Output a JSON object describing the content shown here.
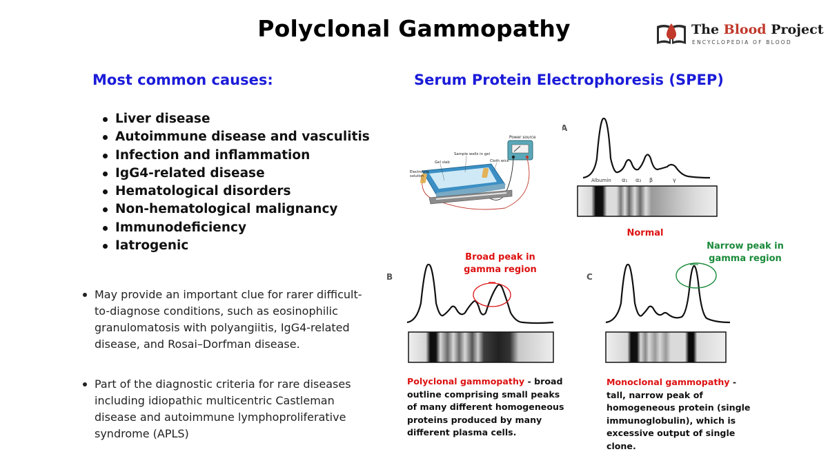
{
  "title": "Polyclonal Gammopathy",
  "logo": {
    "name_part1": "The ",
    "name_part2": "Blood",
    "name_part3": " Project",
    "tagline": "ENCYCLOPEDIA OF BLOOD",
    "icon": "book-blood-drop-icon"
  },
  "causes": {
    "heading": "Most common causes:",
    "items": [
      "Liver disease",
      "Autoimmune disease and vasculitis",
      "Infection and inflammation",
      "IgG4-related disease",
      "Hematological disorders",
      "Non-hematological malignancy",
      "Immunodeficiency",
      "Iatrogenic"
    ]
  },
  "notes": [
    "May provide an important clue for rarer difficult-to-diagnose conditions, such as eosinophilic granulomatosis with polyangiitis, IgG4-related disease, and Rosai–Dorfman disease.",
    "Part of the diagnostic criteria for rare diseases including idiopathic multicentric Castleman disease and autoimmune lymphoproliferative syndrome (APLS)"
  ],
  "spep": {
    "heading": "Serum Protein Electrophoresis (SPEP)",
    "apparatus_labels": {
      "power": "Power source",
      "wells": "Sample wells in gel",
      "wick": "Cloth wick",
      "slab": "Gel slab",
      "electrolyte_1": "Electrolyte",
      "electrolyte_2": "solution"
    },
    "panel_a": {
      "letter": "A",
      "fractions": [
        "Albumin",
        "α₁",
        "α₂",
        "β",
        "γ"
      ],
      "caption": "Normal"
    },
    "panel_b": {
      "letter": "B",
      "annotation": "Broad peak in gamma region"
    },
    "panel_c": {
      "letter": "C",
      "annotation": "Narrow peak in gamma region"
    },
    "polyclonal": {
      "term": "Polyclonal gammopathy",
      "text": " - broad outline comprising small peaks of many different homogeneous proteins produced by many different plasma cells."
    },
    "monoclonal": {
      "term": "Monoclonal gammopathy",
      "text": " - tall, narrow peak of homogeneous protein (single immunoglobulin), which is excessive output of single clone."
    }
  },
  "colors": {
    "heading_blue": "#1b1bd9",
    "accent_red": "#d11111",
    "accent_green": "#1a8a3a",
    "brand_red": "#c0392b"
  }
}
